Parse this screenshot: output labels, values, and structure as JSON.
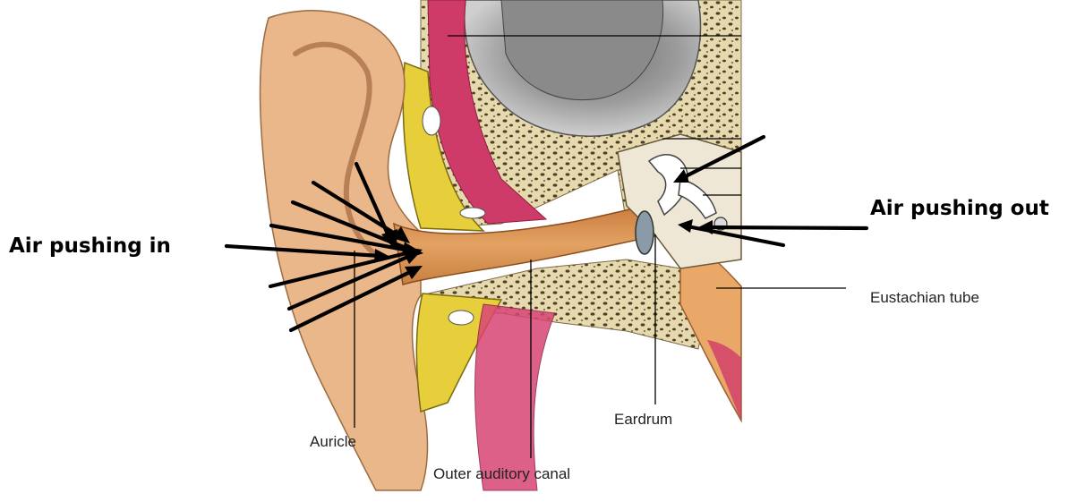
{
  "labels": {
    "air_in": "Air pushing in",
    "air_out": "Air pushing out",
    "eustachian": "Eustachian tube",
    "eardrum": "Eardrum",
    "auricle": "Auricle",
    "canal": "Outer auditory canal"
  },
  "colors": {
    "skin": "#e8b486",
    "canal": "#d98c4c",
    "bone": "#e8dcb0",
    "bone_spots": "#5a4a30",
    "muscle": "#d0406a",
    "fat": "#e8d040",
    "cochlea": "#9a9a9a",
    "arrow": "#000000"
  }
}
